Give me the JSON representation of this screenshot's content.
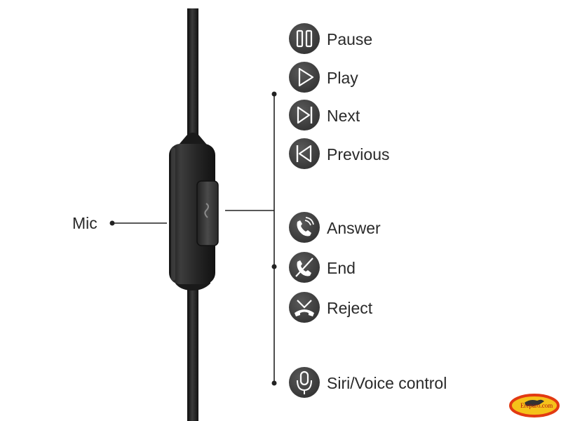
{
  "mic": {
    "label": "Mic"
  },
  "functions": [
    {
      "label": "Pause",
      "icon": "pause-icon"
    },
    {
      "label": "Play",
      "icon": "play-icon"
    },
    {
      "label": "Next",
      "icon": "next-icon"
    },
    {
      "label": "Previous",
      "icon": "previous-icon"
    },
    {
      "label": "Answer",
      "icon": "answer-call-icon"
    },
    {
      "label": "End",
      "icon": "end-call-icon"
    },
    {
      "label": "Reject",
      "icon": "reject-call-icon"
    },
    {
      "label": "Siri/Voice control",
      "icon": "microphone-icon"
    }
  ],
  "watermark": {
    "text": "Ereparo.com"
  },
  "colors": {
    "icon_bg": "#4a4a4a",
    "icon_fg": "#ffffff",
    "line": "#222222",
    "cable": "#1c1c1c",
    "remote": "#2b2b2b",
    "text": "#2a2a2a",
    "watermark_ring": "#e23a12",
    "watermark_fill": "#f5c21a"
  }
}
